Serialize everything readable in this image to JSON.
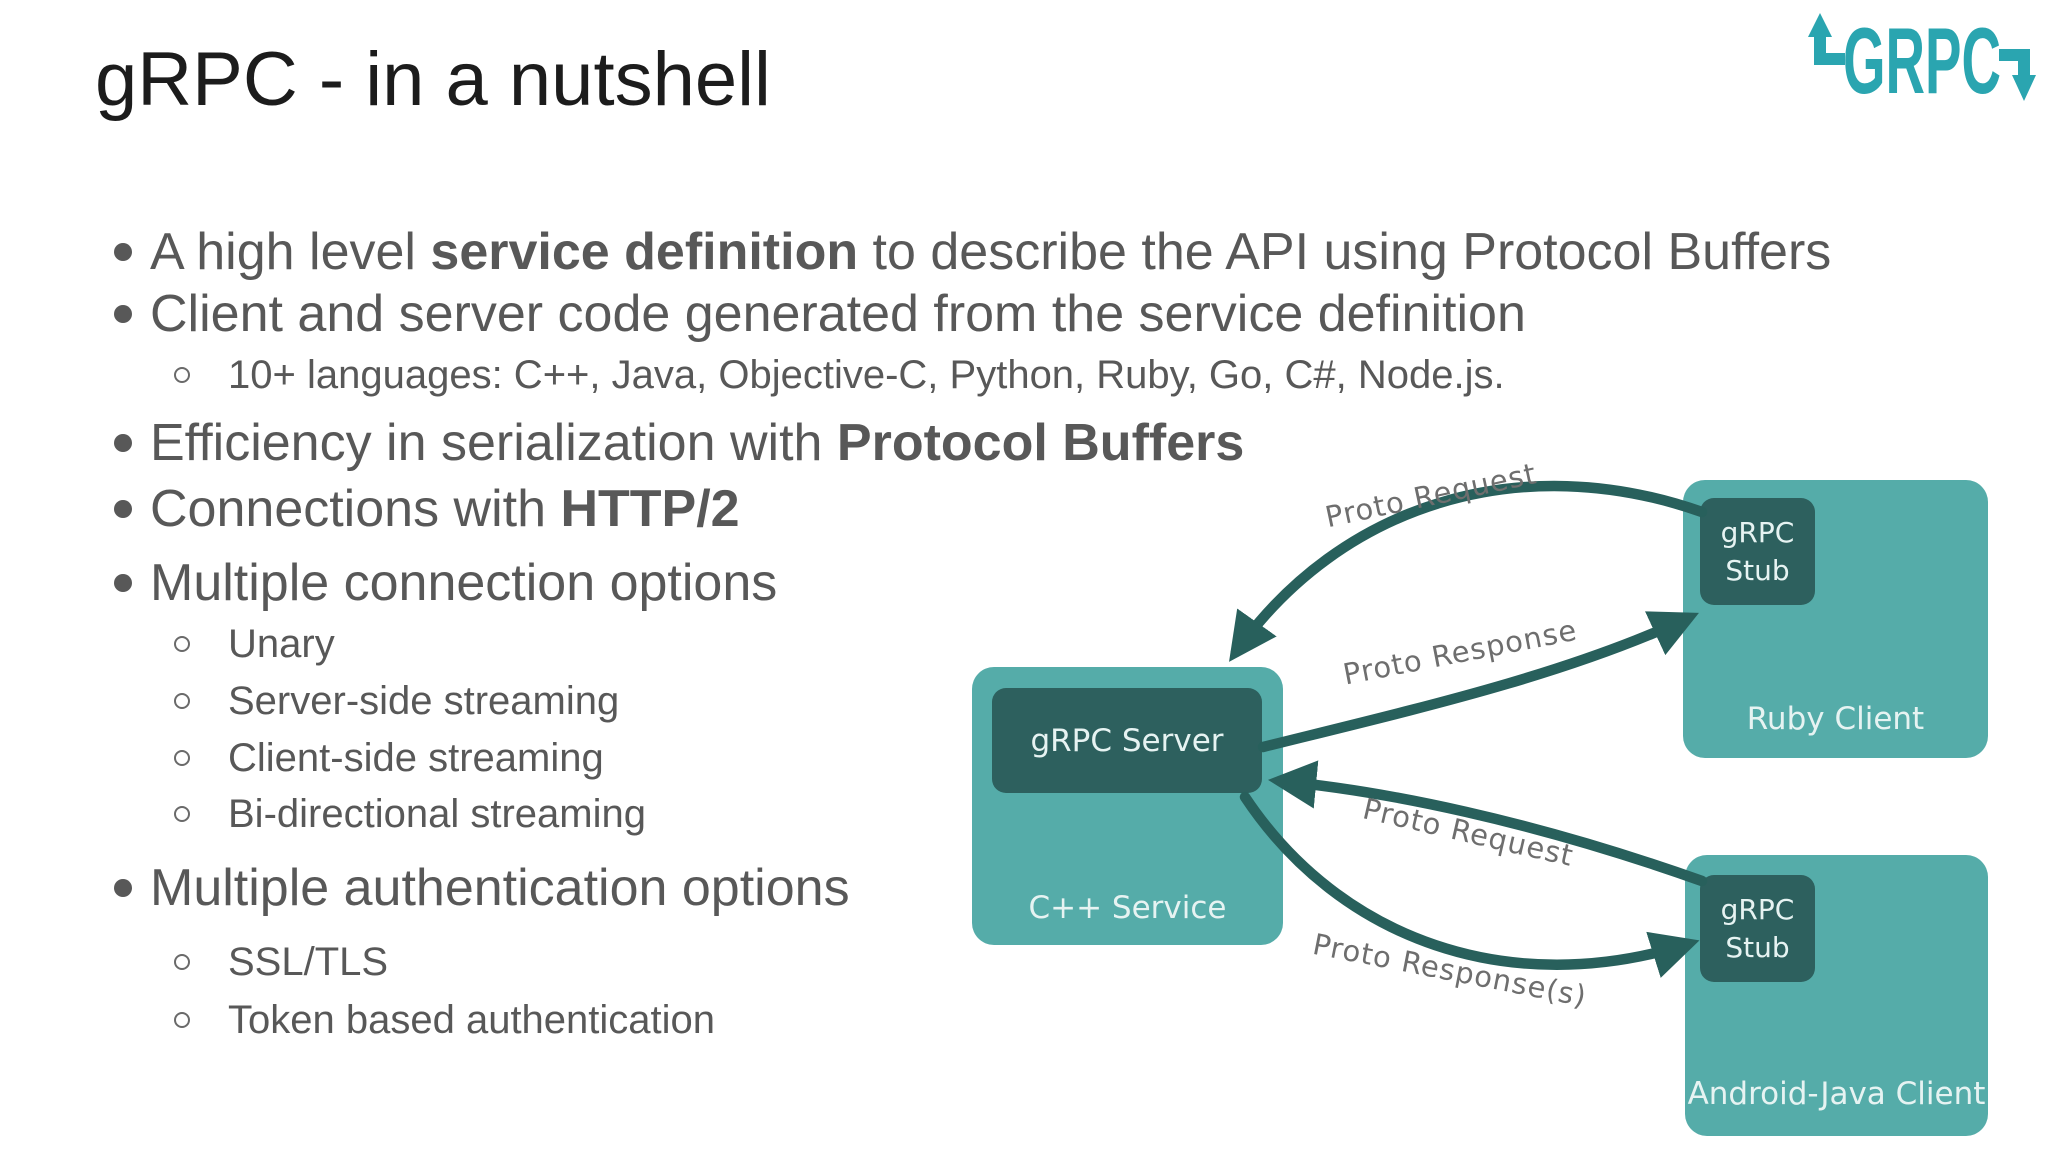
{
  "title": "gRPC - in a nutshell",
  "logo": {
    "text": "GRPC"
  },
  "bullets": [
    {
      "level": 1,
      "pre": "A high level ",
      "bold": "service definition",
      "post": " to describe the API using Protocol Buffers"
    },
    {
      "level": 1,
      "pre": "Client and server code generated from the service definition",
      "bold": "",
      "post": ""
    },
    {
      "level": 2,
      "text": "10+ languages: C++, Java, Objective-C, Python, Ruby, Go, C#, Node.js."
    },
    {
      "level": 1,
      "pre": "Efficiency in serialization with ",
      "bold": "Protocol Buffers",
      "post": ""
    },
    {
      "level": 1,
      "pre": "Connections with ",
      "bold": "HTTP/2",
      "post": ""
    },
    {
      "level": 1,
      "pre": "Multiple connection options",
      "bold": "",
      "post": ""
    },
    {
      "level": 2,
      "text": "Unary"
    },
    {
      "level": 2,
      "text": "Server-side streaming"
    },
    {
      "level": 2,
      "text": "Client-side streaming"
    },
    {
      "level": 2,
      "text": "Bi-directional streaming"
    },
    {
      "level": 1,
      "pre": "Multiple authentication options",
      "bold": "",
      "post": ""
    },
    {
      "level": 2,
      "text": "SSL/TLS"
    },
    {
      "level": 2,
      "text": "Token based authentication"
    }
  ],
  "diagram": {
    "cpp_service": {
      "label": "C++ Service",
      "server_label": "gRPC Server"
    },
    "ruby_client": {
      "label": "Ruby Client",
      "stub_label": "gRPC\nStub"
    },
    "android_client": {
      "label": "Android-Java Client",
      "stub_label": "gRPC\nStub"
    },
    "arrows": [
      {
        "label": "Proto Request"
      },
      {
        "label": "Proto Response"
      },
      {
        "label": "Proto Request"
      },
      {
        "label": "Proto Response(s)"
      }
    ]
  },
  "colors": {
    "teal_box": "#55ACA9",
    "dark_box": "#2D605E",
    "arrow": "#28605C",
    "logo_teal": "#2AA5B0",
    "body_text": "#585858",
    "title_text": "#1C1C1C",
    "arrow_label": "#6E6E6E",
    "box_text": "#E6F3F2"
  }
}
